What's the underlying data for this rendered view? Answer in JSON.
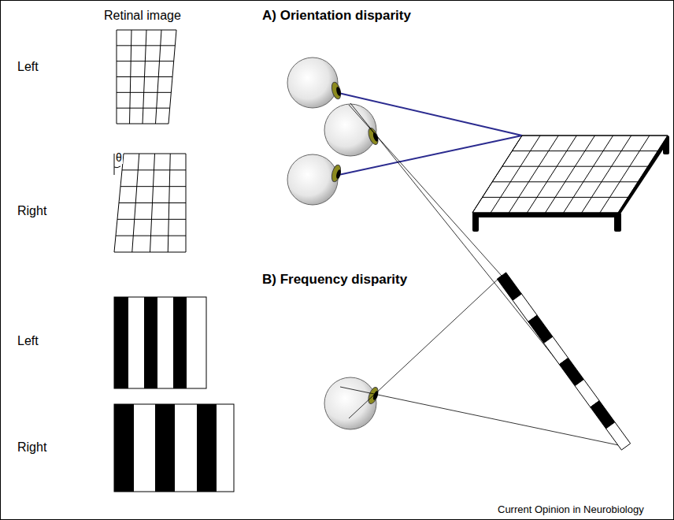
{
  "diagram": {
    "labels": [
      "Retinal image",
      "Left",
      "Right",
      "θ",
      "A) Orientation disparity",
      "Left",
      "Right",
      "B) Frequency disparity",
      "Current Opinion in Neurobiology"
    ]
  }
}
